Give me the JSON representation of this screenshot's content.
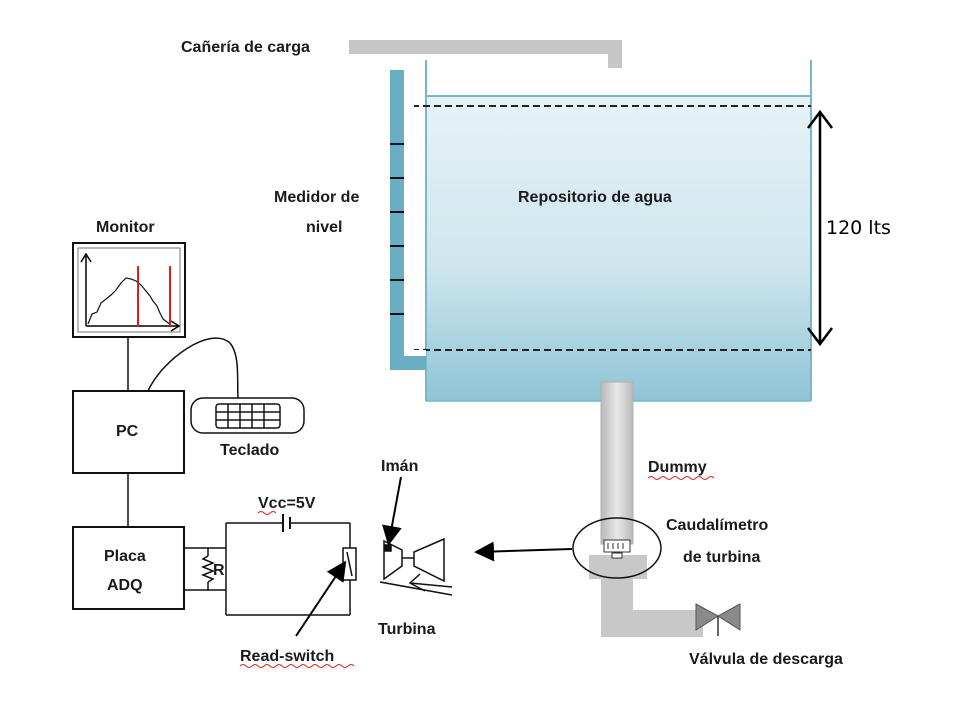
{
  "labels": {
    "caneria": "Cañería de carga",
    "medidor_line1": "Medidor de",
    "medidor_line2": "nivel",
    "repositorio": "Repositorio de agua",
    "capacity": "120 lts",
    "monitor": "Monitor",
    "pc": "PC",
    "teclado": "Teclado",
    "iman": "Imán",
    "dummy": "Dummy",
    "caudalimetro_line1": "Caudalímetro",
    "caudalimetro_line2": "de turbina",
    "vcc": "Vcc=5V",
    "placa_line1": "Placa",
    "placa_line2": "ADQ",
    "resistor": "R",
    "turbina": "Turbina",
    "read_switch": "Read-switch",
    "valvula": "Válvula de descarga"
  },
  "colors": {
    "water_light": "#dcedf3",
    "water_dark": "#8ec4d6",
    "tank_border": "#79b7cc",
    "pipe": "#c8c8c8",
    "gauge": "#6aaec4",
    "plot_red": "#d42020",
    "spellcheck": "#e02020"
  }
}
